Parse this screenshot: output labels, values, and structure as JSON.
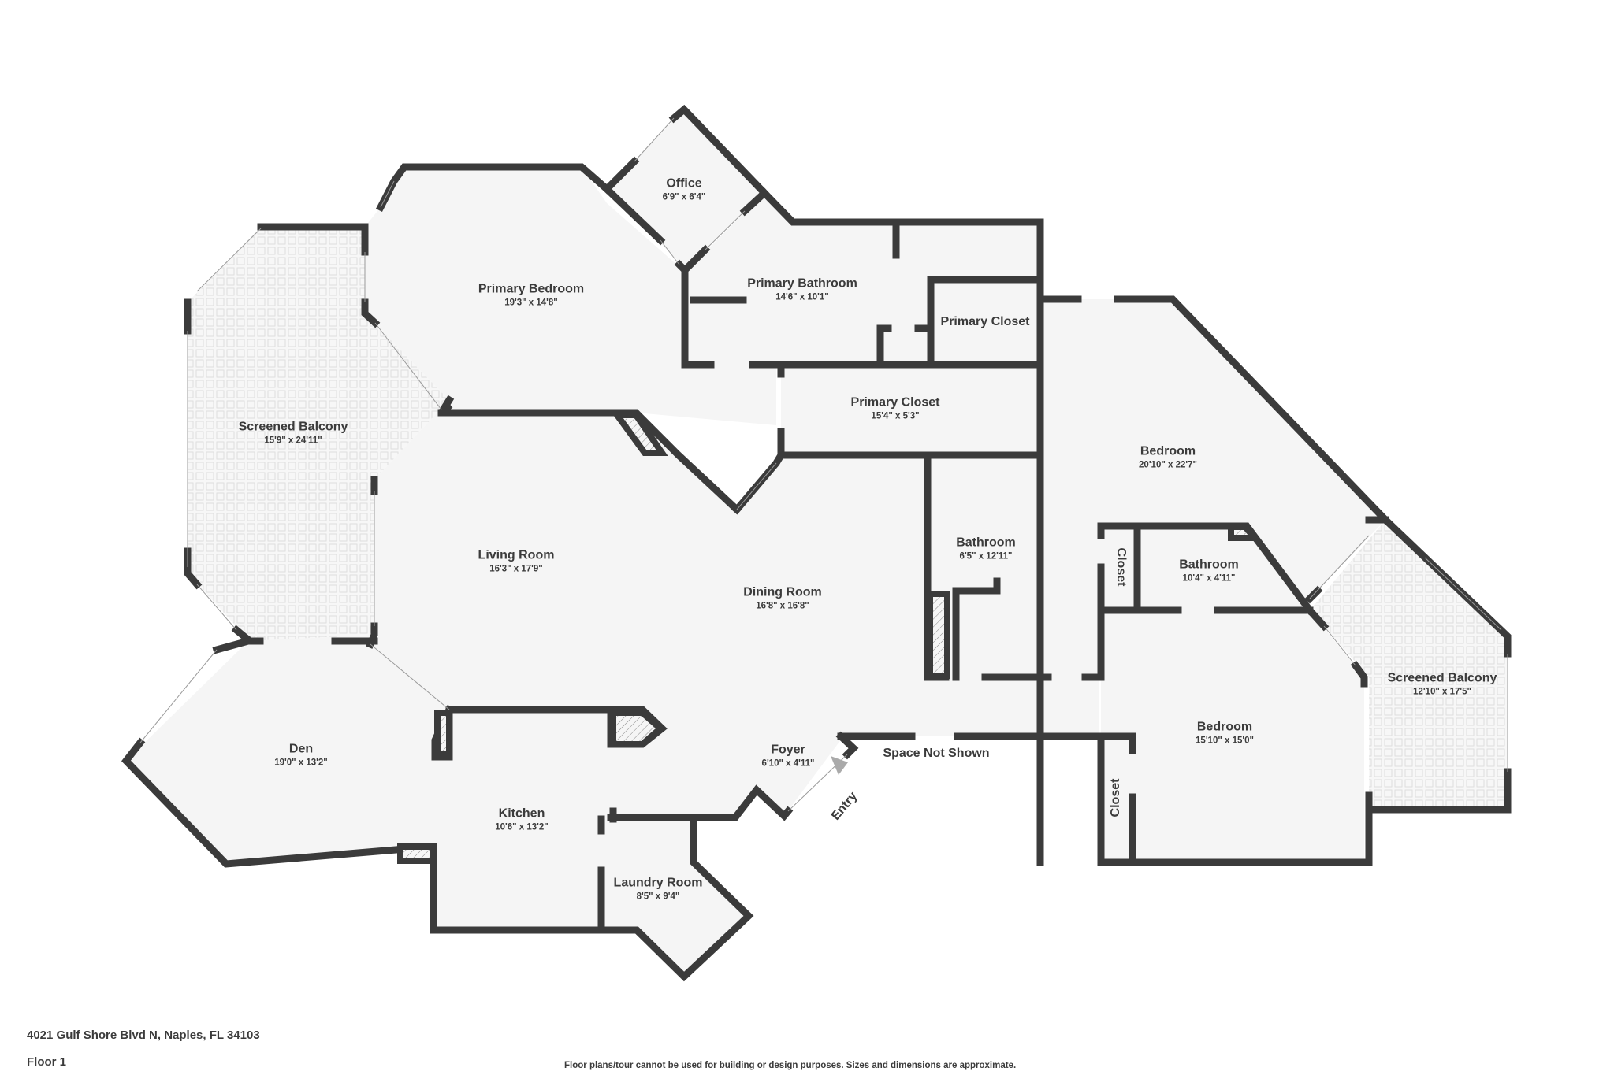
{
  "plan": {
    "address": "4021 Gulf Shore Blvd N, Naples, FL 34103",
    "floor": "Floor 1",
    "disclaimer": "Floor plans/tour cannot be used for building or design purposes. Sizes and dimensions are approximate.",
    "colors": {
      "wall": "#3b3b3b",
      "floor": "#f5f5f5",
      "background": "#ffffff",
      "tile_line": "#dcdcdc"
    }
  },
  "rooms": [
    {
      "name": "Office",
      "dims": "6'9\" x 6'4\""
    },
    {
      "name": "Primary Bedroom",
      "dims": "19'3\" x 14'8\""
    },
    {
      "name": "Primary Bathroom",
      "dims": "14'6\" x 10'1\""
    },
    {
      "name": "Primary Closet",
      "dims": ""
    },
    {
      "name": "Primary Closet",
      "dims": "15'4\" x 5'3\""
    },
    {
      "name": "Screened Balcony",
      "dims": "15'9\" x 24'11\""
    },
    {
      "name": "Living Room",
      "dims": "16'3\" x 17'9\""
    },
    {
      "name": "Dining Room",
      "dims": "16'8\" x 16'8\""
    },
    {
      "name": "Bedroom",
      "dims": "20'10\" x 22'7\""
    },
    {
      "name": "Bathroom",
      "dims": "6'5\" x 12'11\""
    },
    {
      "name": "Bathroom",
      "dims": "10'4\" x 4'11\""
    },
    {
      "name": "Closet",
      "dims": ""
    },
    {
      "name": "Screened Balcony",
      "dims": "12'10\" x 17'5\""
    },
    {
      "name": "Bedroom",
      "dims": "15'10\" x 15'0\""
    },
    {
      "name": "Closet",
      "dims": ""
    },
    {
      "name": "Den",
      "dims": "19'0\" x 13'2\""
    },
    {
      "name": "Kitchen",
      "dims": "10'6\" x 13'2\""
    },
    {
      "name": "Laundry Room",
      "dims": "8'5\" x 9'4\""
    },
    {
      "name": "Foyer",
      "dims": "6'10\" x 4'11\""
    }
  ],
  "annotations": {
    "space_not_shown": "Space Not Shown",
    "entry": "Entry",
    "entry_icon": "triangle-arrow-icon"
  }
}
